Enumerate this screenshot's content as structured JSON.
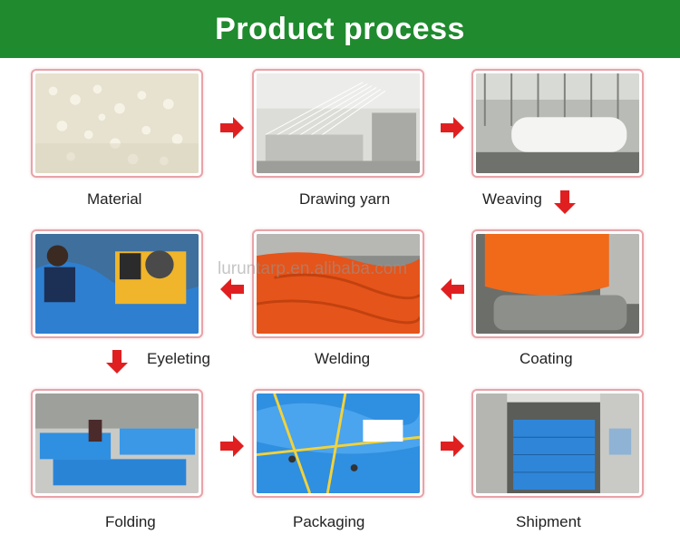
{
  "header": {
    "title": "Product process",
    "bg_color": "#1f8a2e"
  },
  "watermark": "luruntarp.en.alibaba.com",
  "accent_color": "#e02020",
  "steps": [
    {
      "label": "Material"
    },
    {
      "label": "Drawing yarn"
    },
    {
      "label": "Weaving"
    },
    {
      "label": "Coating"
    },
    {
      "label": "Welding"
    },
    {
      "label": "Eyeleting"
    },
    {
      "label": "Folding"
    },
    {
      "label": "Packaging"
    },
    {
      "label": "Shipment"
    }
  ]
}
